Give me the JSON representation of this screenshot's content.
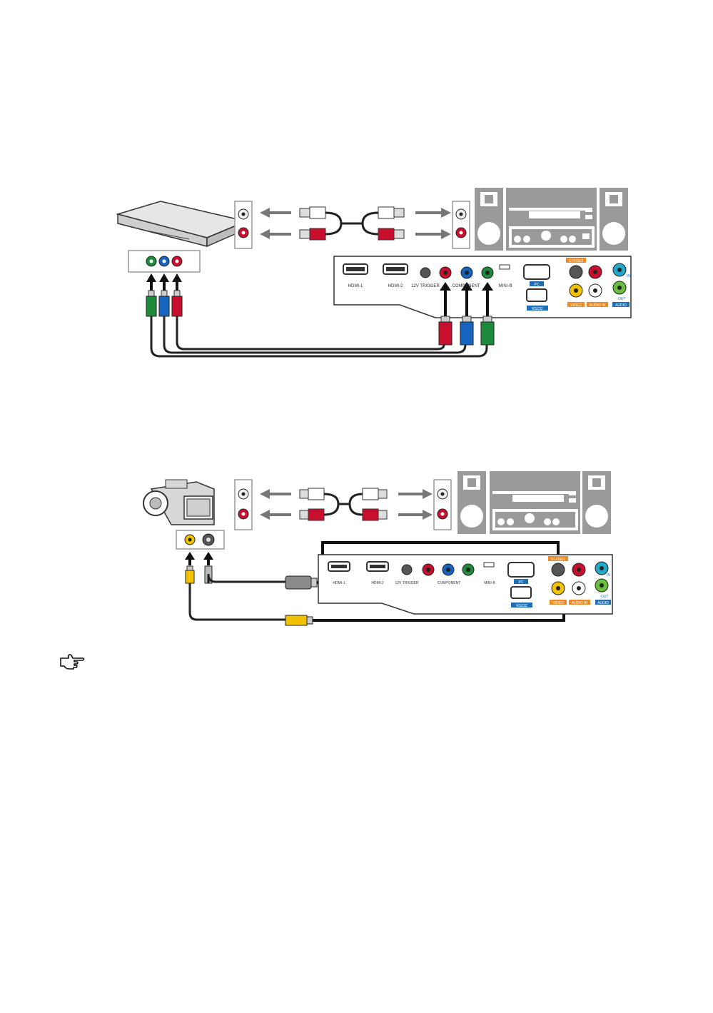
{
  "colors": {
    "red": "#c8102e",
    "green": "#1e8a3c",
    "blue": "#1565c0",
    "yellow": "#f2c200",
    "orange": "#f08a24",
    "panel_blue": "#1f6fb8",
    "gray": "#9a9a9a"
  },
  "panel_labels": {
    "hdmi1": "HDMI-1",
    "hdmi2": "HDMI-2",
    "trigger": "12V TRIGGER",
    "component": "COMPONENT",
    "mini_b": "MINI-B",
    "pc": "PC",
    "rs232": "RS232",
    "svideo": "S-VIDEO",
    "video": "VIDEO",
    "audio_in": "AUDIO IN",
    "audio": "AUDIO",
    "in": "IN",
    "out": "OUT"
  },
  "icons": {
    "note": "pointing-hand-icon"
  }
}
